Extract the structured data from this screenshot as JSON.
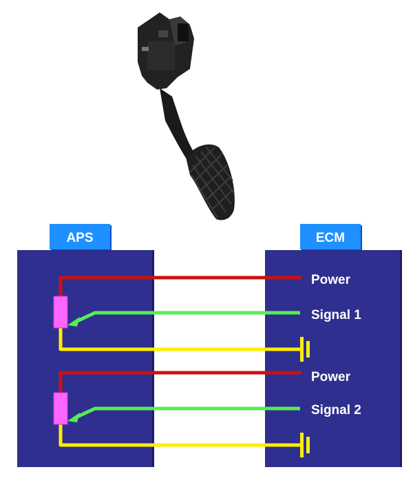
{
  "modules": {
    "aps_label": "APS",
    "ecm_label": "ECM"
  },
  "circuit1": {
    "power_label": "Power",
    "signal_label": "Signal 1"
  },
  "circuit2": {
    "power_label": "Power",
    "signal_label": "Signal 2"
  },
  "colors": {
    "module_fill": "#2f2f8f",
    "tab_fill": "#1e90ff",
    "power_wire": "#cc1111",
    "signal_wire": "#55ee55",
    "ground_wire": "#ffee00",
    "sensor": "#ff66ff"
  },
  "icons": {
    "pedal": "accelerator-pedal-image",
    "ground": "ground-symbol-icon"
  }
}
